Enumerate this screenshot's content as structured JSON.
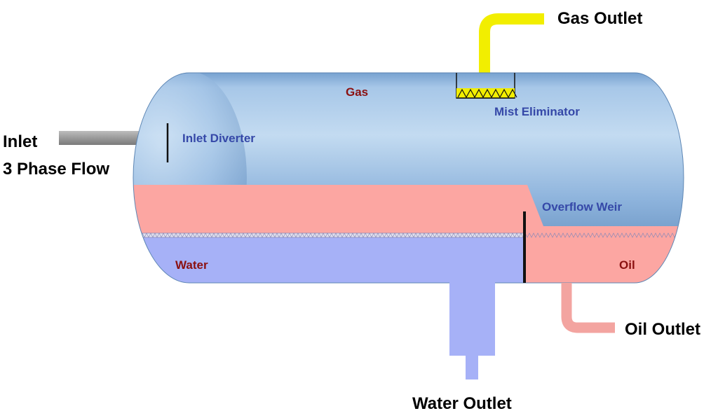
{
  "labels": {
    "gas_outlet": "Gas Outlet",
    "inlet": "Inlet",
    "three_phase_flow": "3 Phase Flow",
    "gas": "Gas",
    "mist_eliminator": "Mist Eliminator",
    "inlet_diverter": "Inlet Diverter",
    "overflow_weir": "Overflow Weir",
    "water": "Water",
    "oil": "Oil",
    "oil_outlet": "Oil Outlet",
    "water_outlet": "Water Outlet"
  },
  "colors": {
    "gas_pipe": "#f2ee00",
    "inlet_pipe": "#9a9a9a",
    "oil_phase": "#fca6a2",
    "water_phase": "#a6b1f7",
    "oil_pipe": "#f3a4a0",
    "water_pipe": "#a6b1f7",
    "vessel_top": "#bcd6ee",
    "vessel_mid": "#8cb2dc",
    "vessel_bottom": "#5a86b8",
    "label_red": "#8b1010",
    "label_blue": "#3548a8"
  }
}
